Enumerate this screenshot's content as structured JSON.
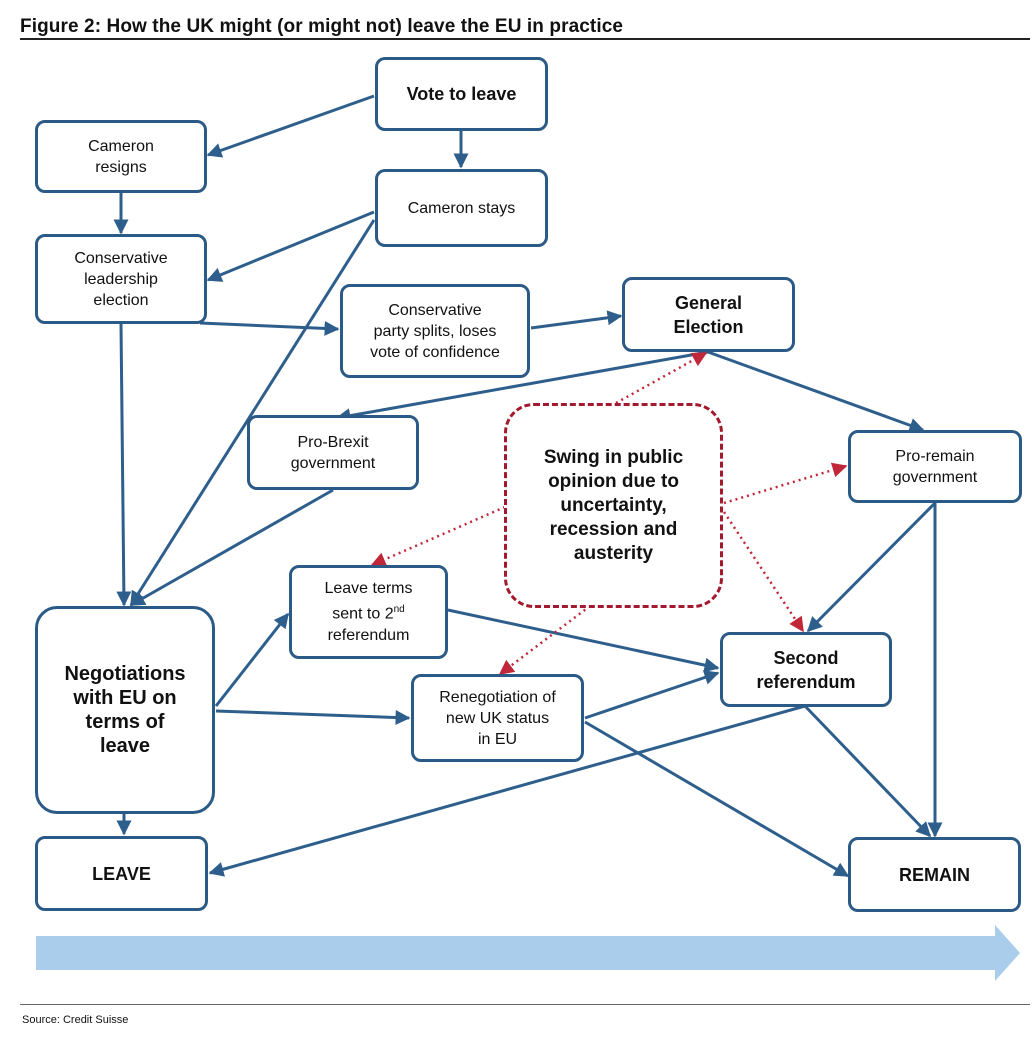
{
  "title": "Figure 2: How the UK might (or might not) leave the EU in practice",
  "source": "Source: Credit Suisse",
  "colors": {
    "box_border": "#2b5a86",
    "arrow": "#2e5f8c",
    "dotted": "#c0283a",
    "swing_border": "#a3192e",
    "bottom_arrow": "#a9cdea"
  },
  "nodes": {
    "vote_to_leave": "Vote to leave",
    "cameron_resigns": "Cameron\nresigns",
    "cameron_stays": "Cameron stays",
    "leadership_election": "Conservative\nleadership\nelection",
    "party_splits": "Conservative\nparty splits, loses\nvote of confidence",
    "general_election": "General\nElection",
    "pro_brexit": "Pro-Brexit\ngovernment",
    "swing": "Swing in public\nopinion due to\nuncertainty,\nrecession and\nausterity",
    "pro_remain": "Pro-remain\ngovernment",
    "leave_terms_a": "Leave terms\nsent to 2",
    "leave_terms_sup": "nd",
    "leave_terms_b": "referendum",
    "renegotiation": "Renegotiation of\nnew UK status\nin EU",
    "second_referendum": "Second\nreferendum",
    "negotiations": "Negotiations\nwith EU on\nterms of\nleave",
    "leave": "LEAVE",
    "remain": "REMAIN"
  }
}
